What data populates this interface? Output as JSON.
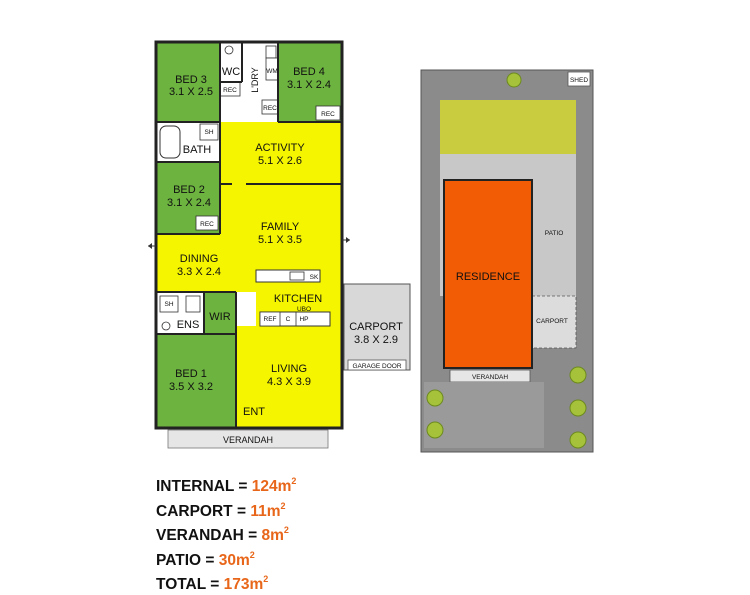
{
  "rooms": {
    "bed3": {
      "name": "BED 3",
      "dims": "3.1 X 2.5"
    },
    "bed4": {
      "name": "BED 4",
      "dims": "3.1 X 2.4"
    },
    "wc": {
      "name": "WC"
    },
    "ldry": {
      "name": "L'DRY"
    },
    "activity": {
      "name": "ACTIVITY",
      "dims": "5.1 X 2.6"
    },
    "bath": {
      "name": "BATH"
    },
    "bed2": {
      "name": "BED 2",
      "dims": "3.1 X 2.4"
    },
    "family": {
      "name": "FAMILY",
      "dims": "5.1 X 3.5"
    },
    "dining": {
      "name": "DINING",
      "dims": "3.3 X 2.4"
    },
    "kitchen": {
      "name": "KITCHEN"
    },
    "ens": {
      "name": "ENS"
    },
    "wir": {
      "name": "WIR"
    },
    "bed1": {
      "name": "BED 1",
      "dims": "3.5 X 3.2"
    },
    "living": {
      "name": "LIVING",
      "dims": "4.3 X 3.9"
    },
    "carport": {
      "name": "CARPORT",
      "dims": "3.8 X 2.9"
    },
    "ent": {
      "name": "ENT"
    },
    "verandah": {
      "name": "VERANDAH"
    }
  },
  "fixtures": {
    "rec": "REC",
    "wm": "WM",
    "sh": "SH",
    "sk": "SK",
    "ubo": "UBO",
    "ref": "REF",
    "c": "C",
    "hp": "HP",
    "garage_door": "GARAGE DOOR"
  },
  "site": {
    "shed": "SHED",
    "residence": "RESIDENCE",
    "patio": "PATIO",
    "carport": "CARPORT",
    "verandah": "VERANDAH"
  },
  "summary": [
    {
      "label": "INTERNAL = ",
      "value": "124m",
      "sup": "2"
    },
    {
      "label": "CARPORT = ",
      "value": "11m",
      "sup": "2"
    },
    {
      "label": "VERANDAH = ",
      "value": "8m",
      "sup": "2"
    },
    {
      "label": "PATIO = ",
      "value": "30m",
      "sup": "2"
    },
    {
      "label": "TOTAL = ",
      "value": "173m",
      "sup": "2"
    }
  ],
  "colors": {
    "bedroom_green": "#6db33f",
    "living_yellow": "#f5f500",
    "wet_area_white": "#ffffff",
    "residence_orange": "#f25c05",
    "wall": "#222222",
    "lawn": "#c9cc3f",
    "site_grey": "#c8c8c8",
    "summary_value": "#e8661a"
  }
}
